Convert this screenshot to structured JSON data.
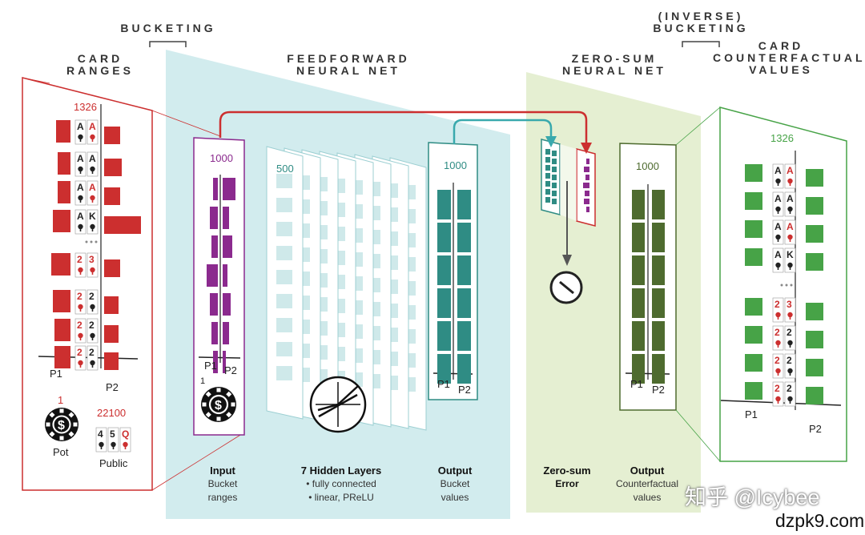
{
  "headers": {
    "bucketing": "BUCKETING",
    "card_ranges": [
      "CARD",
      "RANGES"
    ],
    "ffnn": [
      "FEEDFORWARD",
      "NEURAL NET"
    ],
    "zero_sum_nn": [
      "ZERO-SUM",
      "NEURAL NET"
    ],
    "inverse_bucketing": [
      "(INVERSE)",
      "BUCKETING"
    ],
    "card_cfv": [
      "CARD",
      "COUNTERFACTUAL",
      "VALUES"
    ]
  },
  "counts": {
    "ranges": "1326",
    "input_buckets": "1000",
    "hidden": "500",
    "output_buckets": "1000",
    "cfv_buckets": "1000",
    "cfv_cards": "1326",
    "pot": "1",
    "public": "22100"
  },
  "players": {
    "p1": "P1",
    "p2": "P2"
  },
  "pot_label": "Pot",
  "public_label": "Public",
  "card_ranks": [
    [
      "A",
      "A"
    ],
    [
      "A",
      "A"
    ],
    [
      "A",
      "A"
    ],
    [
      "A",
      "K"
    ],
    [
      "2",
      "3"
    ],
    [
      "2",
      "2"
    ],
    [
      "2",
      "2"
    ],
    [
      "2",
      "2"
    ]
  ],
  "public_cards": [
    "4",
    "5",
    "Q"
  ],
  "captions": {
    "input": {
      "title": "Input",
      "lines": [
        "Bucket",
        "ranges"
      ]
    },
    "hidden": {
      "title": "7 Hidden Layers",
      "lines": [
        "• fully connected",
        "• linear, PReLU"
      ]
    },
    "output": {
      "title": "Output",
      "lines": [
        "Bucket",
        "values"
      ]
    },
    "zero_sum": {
      "title": "Zero-sum",
      "lines": [
        "Error"
      ]
    },
    "cfv": {
      "title": "Output",
      "lines": [
        "Counterfactual",
        "values"
      ]
    }
  },
  "watermark": {
    "zhihu": "知乎 @Icybee",
    "site": "dzpk9.com"
  },
  "colors": {
    "red": "#cc2f2f",
    "purple": "#8b2a8e",
    "teal": "#2f8c84",
    "dark_green": "#4e6b2f",
    "green": "#47a347",
    "cyan_panel": "#d2ecee",
    "green_panel": "#e5efd2"
  }
}
